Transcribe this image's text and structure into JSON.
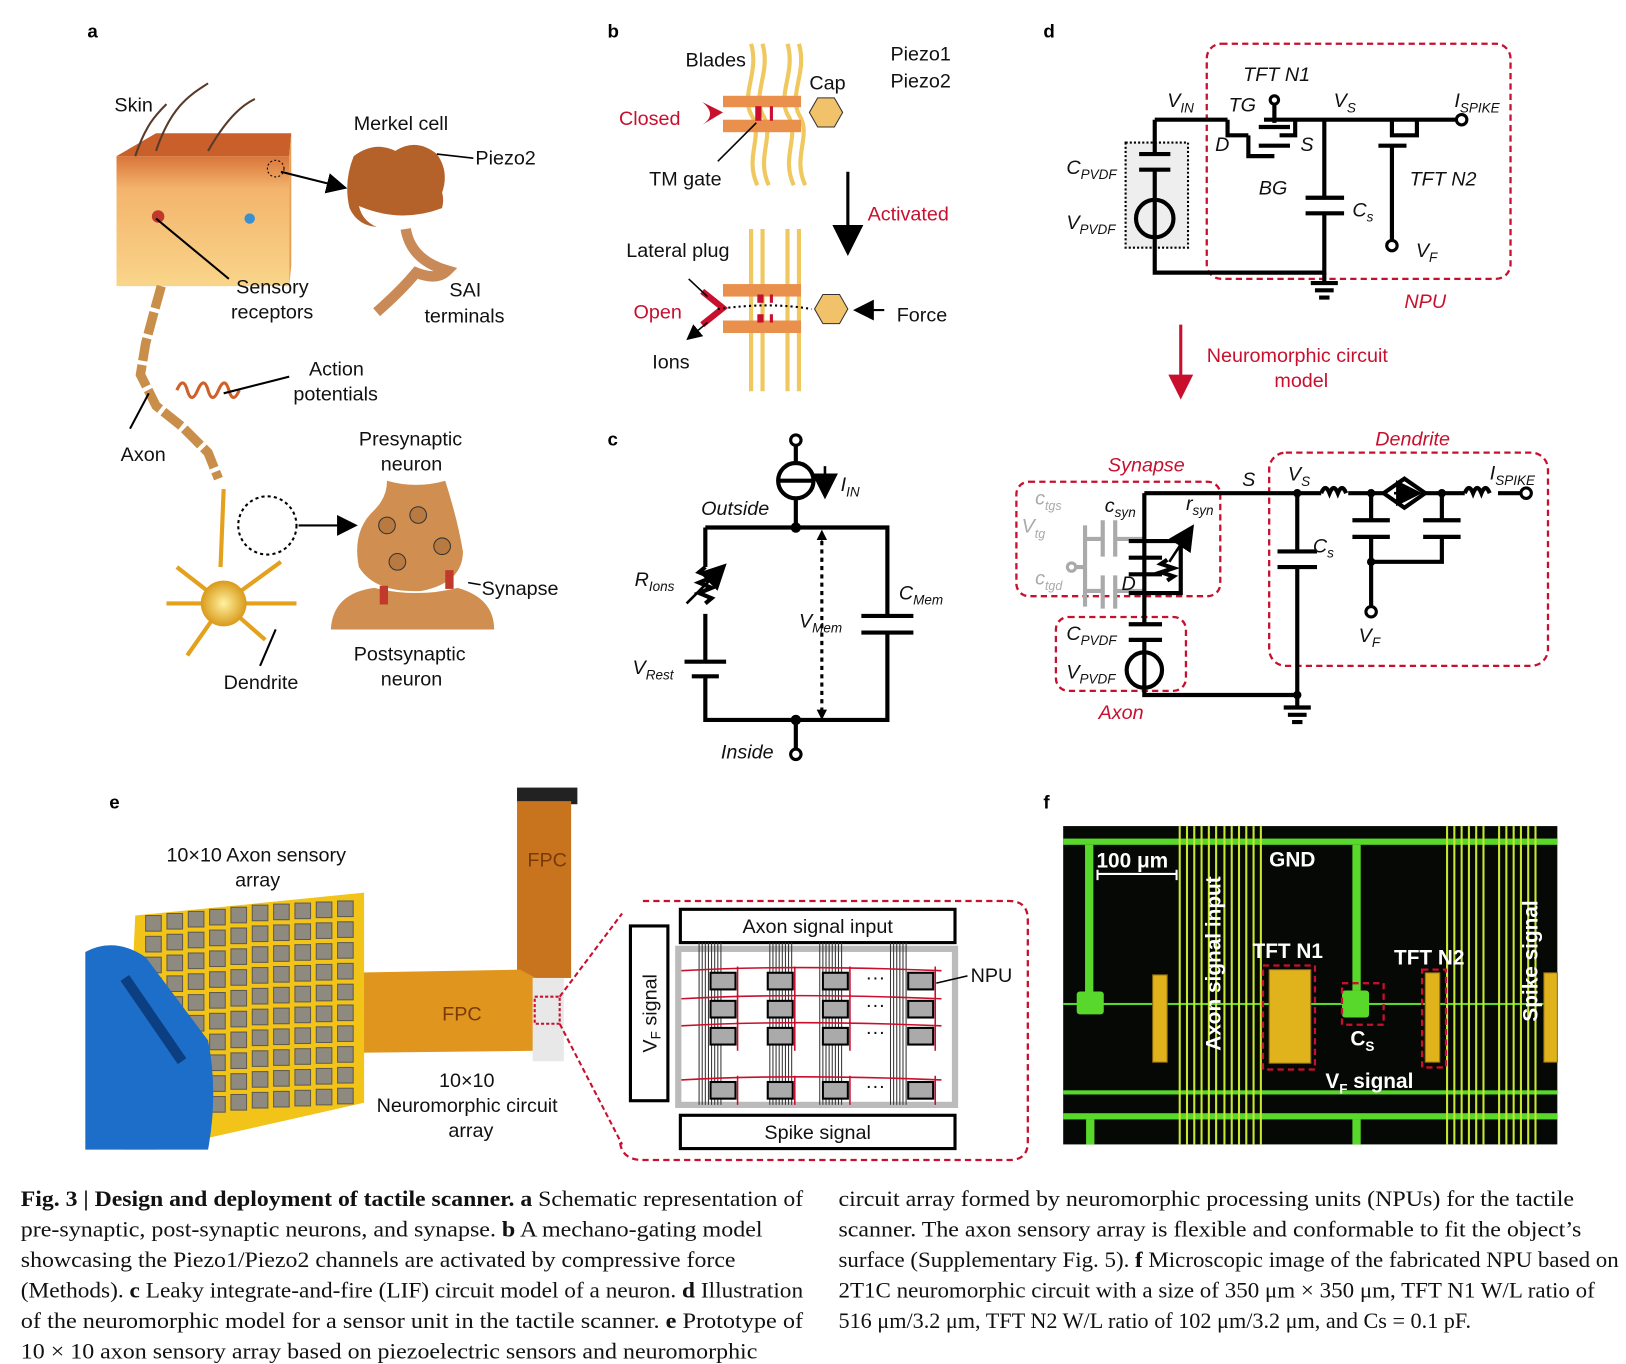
{
  "panels": {
    "a": "a",
    "b": "b",
    "c": "c",
    "d": "d",
    "e": "e",
    "f": "f"
  },
  "a": {
    "skin": "Skin",
    "merkel": "Merkel cell",
    "piezo2": "Piezo2",
    "sensory": [
      "Sensory",
      "receptors"
    ],
    "sai": [
      "SAI",
      "terminals"
    ],
    "action": [
      "Action",
      "potentials"
    ],
    "axon": "Axon",
    "pre": [
      "Presynaptic",
      "neuron"
    ],
    "synapse": "Synapse",
    "post": [
      "Postsynaptic",
      "neuron"
    ],
    "dendrite": "Dendrite"
  },
  "b": {
    "blades": "Blades",
    "cap": "Cap",
    "piezo1": "Piezo1",
    "piezo2": "Piezo2",
    "closed": "Closed",
    "tmgate": "TM gate",
    "activated": "Activated",
    "plug": "Lateral plug",
    "open": "Open",
    "force": "Force",
    "ions": "Ions"
  },
  "c": {
    "iin": [
      "I",
      "IN"
    ],
    "outside": "Outside",
    "inside": "Inside",
    "rions": [
      "R",
      "Ions"
    ],
    "vrest": [
      "V",
      "Rest"
    ],
    "cmem": [
      "C",
      "Mem"
    ],
    "vmem": [
      "V",
      "Mem"
    ]
  },
  "d": {
    "tftn1": "TFT N1",
    "vin": [
      "V",
      "IN"
    ],
    "tg": "TG",
    "vs": [
      "V",
      "S"
    ],
    "ispike": [
      "I",
      "SPIKE"
    ],
    "d": "D",
    "s": "S",
    "bg": "BG",
    "cs": [
      "C",
      "s"
    ],
    "tftn2": "TFT N2",
    "vf": [
      "V",
      "F"
    ],
    "cpvdf": [
      "C",
      "PVDF"
    ],
    "vpvdf": [
      "V",
      "PVDF"
    ],
    "npu": "NPU",
    "model": [
      "Neuromorphic circuit",
      "model"
    ],
    "synapse": "Synapse",
    "dendrite": "Dendrite",
    "axon": "Axon",
    "ctgs": [
      "c",
      "tgs"
    ],
    "vtg": [
      "V",
      "tg"
    ],
    "ctgd": [
      "c",
      "tgd"
    ],
    "csyn": [
      "c",
      "syn"
    ],
    "rsyn": [
      "r",
      "syn"
    ]
  },
  "e": {
    "axon_array": [
      "10×10 Axon sensory",
      "array"
    ],
    "fpc": "FPC",
    "npu_array": [
      "10×10",
      "Neuromorphic circuit",
      "array"
    ],
    "axon_input": "Axon signal input",
    "spike": "Spike signal",
    "vf_signal": [
      "V",
      "F",
      " signal"
    ],
    "npu": "NPU",
    "dots": "···"
  },
  "f": {
    "scale": "100 μm",
    "gnd": "GND",
    "axon_input": "Axon signal input",
    "tftn1": "TFT N1",
    "tftn2": "TFT N2",
    "cs": [
      "C",
      "S"
    ],
    "vf": [
      "V",
      "F",
      " signal"
    ],
    "spike": "Spike signal"
  },
  "caption": {
    "left": [
      [
        {
          "b": true,
          "t": "Fig. 3 | Design and deployment of tactile scanner. a"
        },
        {
          "t": " Schematic representation of"
        }
      ],
      [
        {
          "t": "pre-synaptic, post-synaptic neurons, and synapse. "
        },
        {
          "b": true,
          "t": "b"
        },
        {
          "t": " A mechano-gating model"
        }
      ],
      [
        {
          "t": "showcasing the Piezo1/Piezo2 channels are activated by compressive force"
        }
      ],
      [
        {
          "t": "(Methods). "
        },
        {
          "b": true,
          "t": "c"
        },
        {
          "t": " Leaky integrate-and-fire (LIF) circuit model of a neuron. "
        },
        {
          "b": true,
          "t": "d"
        },
        {
          "t": " Illustration"
        }
      ],
      [
        {
          "t": "of the neuromorphic model for a sensor unit in the tactile scanner. "
        },
        {
          "b": true,
          "t": "e"
        },
        {
          "t": " Prototype of"
        }
      ],
      [
        {
          "t": "10 × 10 axon sensory array based on piezoelectric sensors and neuromorphic"
        }
      ]
    ],
    "right": [
      [
        {
          "t": "circuit array formed by neuromorphic processing units (NPUs) for the tactile"
        }
      ],
      [
        {
          "t": "scanner. The axon sensory array is flexible and conformable to fit the object’s"
        }
      ],
      [
        {
          "t": "surface (Supplementary Fig. 5). "
        },
        {
          "b": true,
          "t": "f"
        },
        {
          "t": " Microscopic image of the fabricated NPU based on"
        }
      ],
      [
        {
          "t": "2T1C neuromorphic circuit with a size of 350 μm × 350 μm, TFT N1 W/L ratio of"
        }
      ],
      [
        {
          "t": "516 μm/3.2 μm, TFT N2 W/L ratio of 102 μm/3.2 μm, and Cs = 0.1 pF."
        }
      ]
    ]
  },
  "colors": {
    "accent_red": "#c8102e",
    "skin": "#e8924a",
    "micro_green": "#5ce22c",
    "gold": "#e0b21c"
  }
}
